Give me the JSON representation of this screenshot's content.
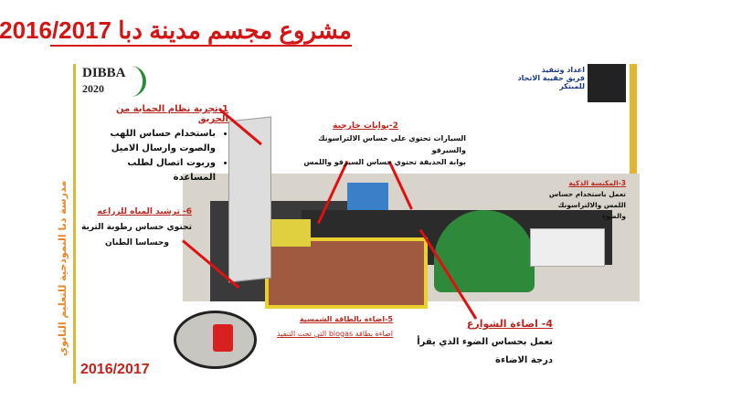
{
  "title": "مشروع مجسم مدينة دبا 2016/2017",
  "logo_left": "DIBBA 2020",
  "credits": {
    "line1": "اعداد وتنفيذ",
    "line2": "فريق حقيبة الاتحاد للمبتكر"
  },
  "side_label": "مدرسة دبا النموذجية للتعليم الثانوي",
  "year": "2016/2017",
  "sections": {
    "s1": {
      "heading": "1-تجربة نظام الحماية من الحريق",
      "bullets": [
        "باستخدام حساس اللهب والصوت وارسال الاميل",
        "وربوت اتصال لطلب المساعدة"
      ]
    },
    "s2": {
      "heading": "2-بوابات خارجية",
      "lines": [
        "السيارات تحتوي على حساس الالتراسونك والسيرفو",
        "بوابة الحديقة تحتوي حساس السيرفو واللمس"
      ]
    },
    "s3": {
      "heading": "3-المكنسة الذكية",
      "lines": [
        "تعمل باستخدام حساس",
        "اللمس والالتراسونك والضوء"
      ]
    },
    "s4": {
      "heading": "4- اضاءة الشوارع",
      "lines": [
        "تعمل بحساس الضوء الذي يقرأ",
        "درجة الاضاءة"
      ]
    },
    "s5": {
      "heading": "5-اضاءة بالطاقة الشمسية",
      "lines": [
        "اضاءة بطاقة biogas التي تحت التنفيذ"
      ]
    },
    "s6": {
      "heading": "6- ترشيد المياه للزراعه",
      "lines": [
        "تحتوي حساس رطوبة التربة",
        "وحساسا الطنان"
      ]
    }
  },
  "colors": {
    "title": "#d41515",
    "accent_bar": "#e2b630",
    "heading": "#b8261f",
    "arrow": "#e01010"
  }
}
